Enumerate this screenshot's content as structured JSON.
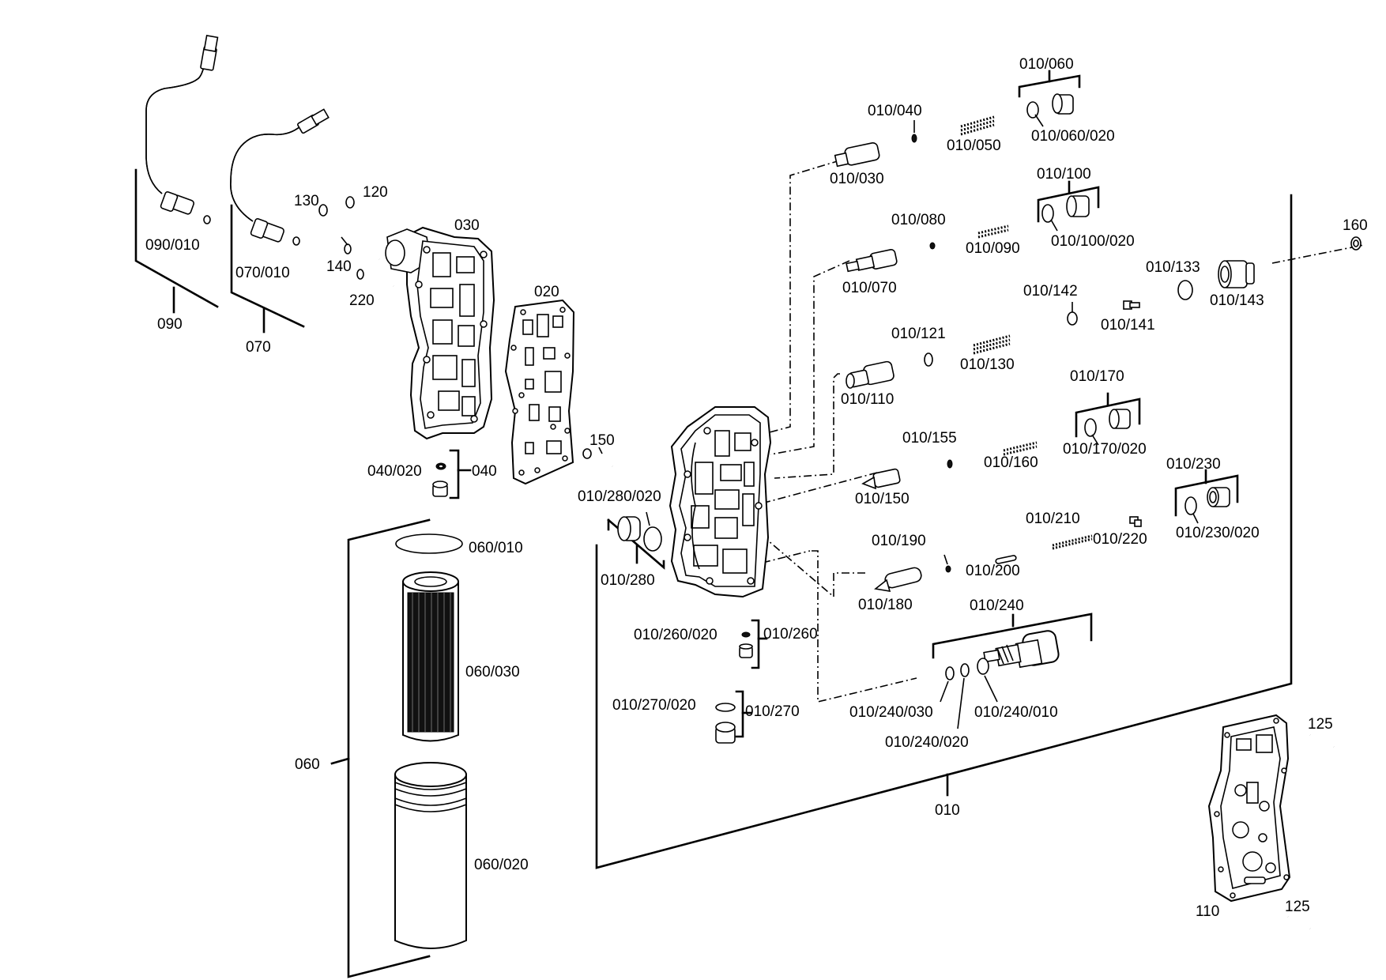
{
  "labels": {
    "p010_060": "010/060",
    "p010_040": "010/040",
    "p010_050": "010/050",
    "p010_060_020": "010/060/020",
    "p010_030": "010/030",
    "p010_100": "010/100",
    "p010_080": "010/080",
    "p010_090": "010/090",
    "p010_100_020": "010/100/020",
    "p160": "160",
    "p010_070": "010/070",
    "p010_133": "010/133",
    "p010_143": "010/143",
    "p010_142": "010/142",
    "p010_141": "010/141",
    "p010_121": "010/121",
    "p010_130": "010/130",
    "p010_110": "010/110",
    "p010_170": "010/170",
    "p010_155": "010/155",
    "p010_160": "010/160",
    "p010_170_020": "010/170/020",
    "p010_150": "010/150",
    "p010_230": "010/230",
    "p010_210": "010/210",
    "p010_220": "010/220",
    "p010_230_020": "010/230/020",
    "p010_190": "010/190",
    "p010_200": "010/200",
    "p010_180": "010/180",
    "p010_240": "010/240",
    "p010_280_020": "010/280/020",
    "p010_280": "010/280",
    "p010_260_020": "010/260/020",
    "p010_260": "010/260",
    "p010_270_020": "010/270/020",
    "p010_270": "010/270",
    "p010_240_030": "010/240/030",
    "p010_240_010": "010/240/010",
    "p010_240_020": "010/240/020",
    "p010": "010",
    "p090_010": "090/010",
    "p090": "090",
    "p070_010": "070/010",
    "p070": "070",
    "p130": "130",
    "p120": "120",
    "p030": "030",
    "p140": "140",
    "p220": "220",
    "p020": "020",
    "p150": "150",
    "p040_020": "040/020",
    "p040": "040",
    "p060_010": "060/010",
    "p060_030": "060/030",
    "p060": "060",
    "p060_020": "060/020",
    "p125a": "125",
    "p125b": "125",
    "p110": "110"
  }
}
